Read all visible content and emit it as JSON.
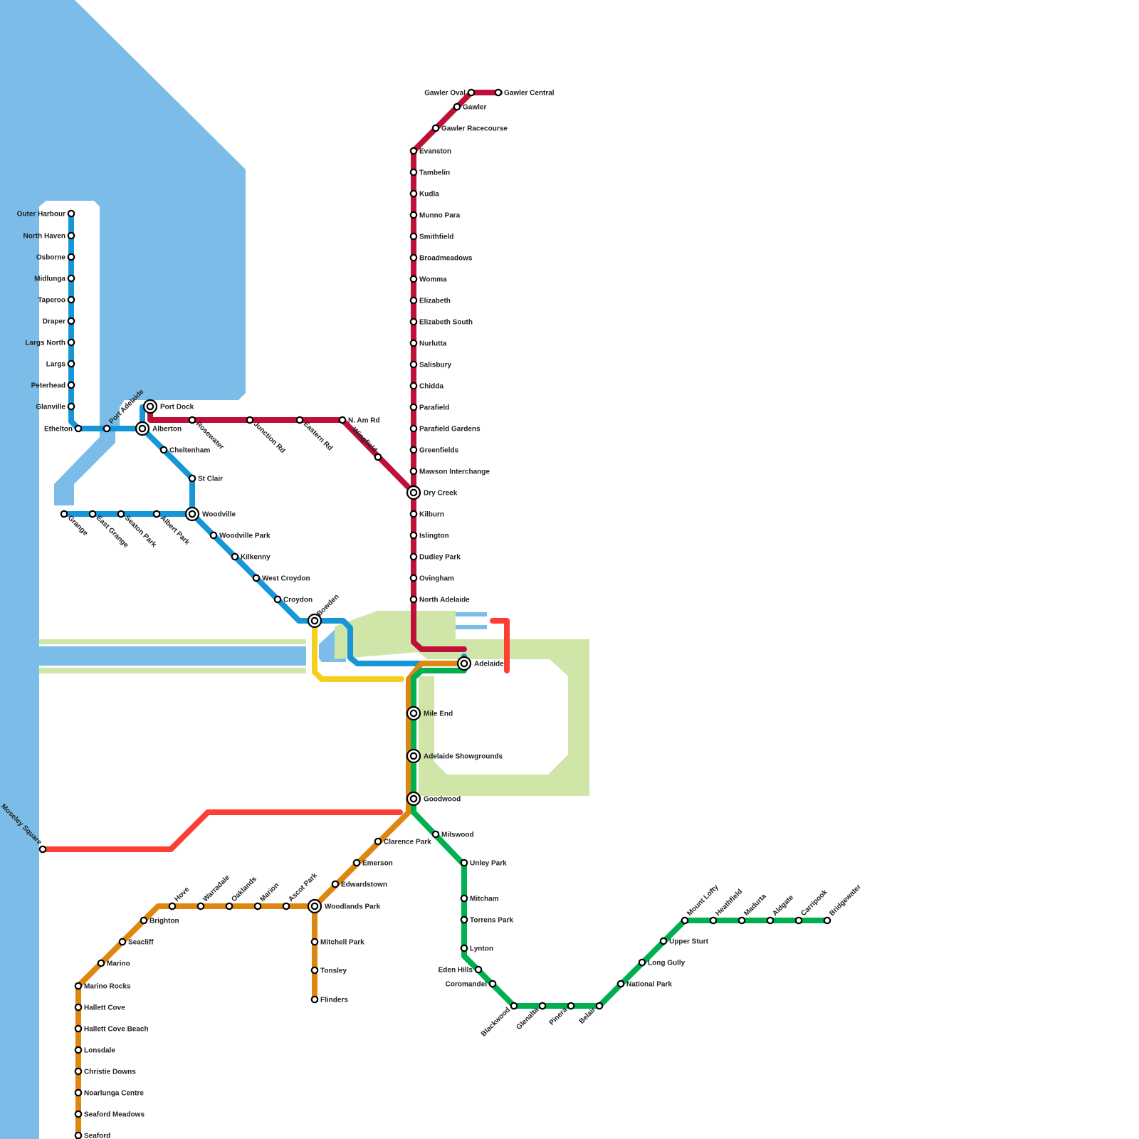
{
  "colors": {
    "water": "#7bbde8",
    "parkland": "#d0e6a9",
    "red_line": "#be1038",
    "blue_line": "#1796d7",
    "orange_line": "#de8710",
    "green_line": "#00b050",
    "yellow_line": "#f5cf1c",
    "tram_line": "#fc3f32",
    "station_fill": "#ffffff",
    "station_stroke": "#000000"
  },
  "stations": {
    "gawler_central": "Gawler Central",
    "gawler_oval": "Gawler Oval",
    "gawler": "Gawler",
    "gawler_racecourse": "Gawler Racecourse",
    "evanston": "Evanston",
    "tambelin": "Tambelin",
    "kudla": "Kudla",
    "munno_para": "Munno Para",
    "smithfield": "Smithfield",
    "broadmeadows": "Broadmeadows",
    "womma": "Womma",
    "elizabeth": "Elizabeth",
    "elizabeth_south": "Elizabeth South",
    "nurlutta": "Nurlutta",
    "salisbury": "Salisbury",
    "chidda": "Chidda",
    "parafield": "Parafield",
    "parafield_gardens": "Parafield Gardens",
    "greenfields": "Greenfields",
    "mawson_interchange": "Mawson Interchange",
    "dry_creek": "Dry Creek",
    "kilburn": "Kilburn",
    "islington": "Islington",
    "dudley_park": "Dudley Park",
    "ovingham": "Ovingham",
    "north_adelaide": "North Adelaide",
    "adelaide": "Adelaide",
    "wingfield": "Wingfield",
    "n_am_rd": "N. Am Rd",
    "eastern_rd": "Eastern Rd",
    "junction_rd": "Junction Rd",
    "rosewater": "Rosewater",
    "port_dock": "Port Dock",
    "alberton": "Alberton",
    "port_adelaide": "Port Adelaide",
    "ethelton": "Ethelton",
    "glanville": "Glanville",
    "peterhead": "Peterhead",
    "largs": "Largs",
    "largs_north": "Largs North",
    "draper": "Draper",
    "taperoo": "Taperoo",
    "midlunga": "Midlunga",
    "osborne": "Osborne",
    "north_haven": "North Haven",
    "outer_harbour": "Outer Harbour",
    "cheltenham": "Cheltenham",
    "st_clair": "St Clair",
    "woodville": "Woodville",
    "albert_park": "Albert Park",
    "seaton_park": "Seaton Park",
    "east_grange": "East Grange",
    "grange": "Grange",
    "woodville_park": "Woodville Park",
    "kilkenny": "Kilkenny",
    "west_croydon": "West Croydon",
    "croydon": "Croydon",
    "bowden": "Bowden",
    "mile_end": "Mile End",
    "adelaide_showgrounds": "Adelaide Showgrounds",
    "goodwood": "Goodwood",
    "milswood": "Milswood",
    "unley_park": "Unley Park",
    "mitcham": "Mitcham",
    "torrens_park": "Torrens Park",
    "lynton": "Lynton",
    "eden_hills": "Eden Hills",
    "coromandel": "Coromandel",
    "blackwood": "Blackwood",
    "glenalta": "Glenalta",
    "pinera": "Pinera",
    "belair": "Belair",
    "national_park": "National Park",
    "long_gully": "Long Gully",
    "upper_sturt": "Upper Sturt",
    "mount_lofty": "Mount Lofty",
    "heathfield": "Heathfield",
    "madurta": "Madurta",
    "aldgate": "Aldgate",
    "carripook": "Carripook",
    "bridgewater": "Bridgewater",
    "clarence_park": "Clarence Park",
    "emerson": "Emerson",
    "edwardstown": "Edwardstown",
    "woodlands_park": "Woodlands Park",
    "ascot_park": "Ascot Park",
    "marion": "Marion",
    "oaklands": "Oaklands",
    "warradale": "Warradale",
    "hove": "Hove",
    "brighton": "Brighton",
    "seacliff": "Seacliff",
    "marino": "Marino",
    "marino_rocks": "Marino Rocks",
    "hallett_cove": "Hallett Cove",
    "hallett_cove_beach": "Hallett Cove Beach",
    "lonsdale": "Lonsdale",
    "christie_downs": "Christie Downs",
    "noarlunga_centre": "Noarlunga Centre",
    "seaford_meadows": "Seaford Meadows",
    "seaford": "Seaford",
    "mitchell_park": "Mitchell Park",
    "tonsley": "Tonsley",
    "flinders": "Flinders",
    "moseley_square": "Moseley Square"
  }
}
